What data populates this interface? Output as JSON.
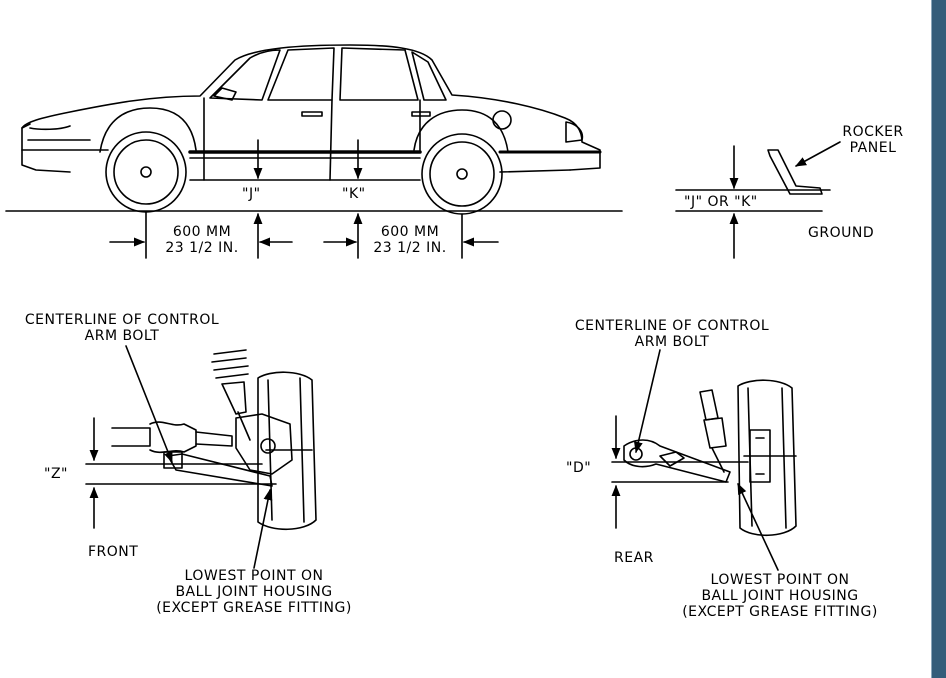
{
  "labels": {
    "rocker_line1": "ROCKER",
    "rocker_line2": "PANEL",
    "j": "\"J\"",
    "k": "\"K\"",
    "j_or_k": "\"J\" OR \"K\"",
    "ground": "GROUND",
    "mm_left": "600 MM",
    "in_left": "23 1/2 IN.",
    "mm_right": "600 MM",
    "in_right": "23 1/2 IN.",
    "front_centerline_1": "CENTERLINE OF CONTROL",
    "front_centerline_2": "ARM BOLT",
    "rear_centerline_1": "CENTERLINE OF CONTROL",
    "rear_centerline_2": "ARM BOLT",
    "z": "\"Z\"",
    "d": "\"D\"",
    "front": "FRONT",
    "rear": "REAR",
    "front_lowest_1": "LOWEST POINT ON",
    "front_lowest_2": "BALL JOINT HOUSING",
    "front_lowest_3": "(EXCEPT GREASE FITTING)",
    "rear_lowest_1": "LOWEST POINT ON",
    "rear_lowest_2": "BALL JOINT HOUSING",
    "rear_lowest_3": "(EXCEPT GREASE FITTING)"
  },
  "colors": {
    "ink": "#000000",
    "paper": "#ffffff",
    "sidebar": "#345d7a"
  },
  "icons": {
    "car": "sedan-side-view",
    "front_suspension": "front-suspension",
    "rear_suspension": "rear-suspension",
    "rocker_panel": "rocker-panel"
  }
}
